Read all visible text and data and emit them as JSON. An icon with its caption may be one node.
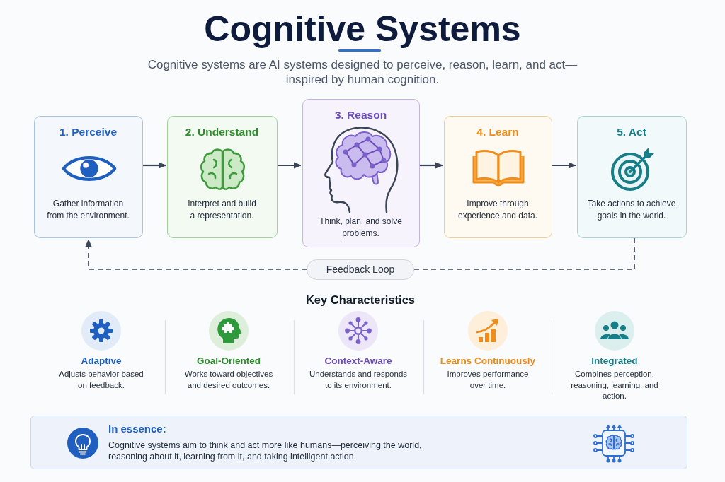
{
  "diagram": {
    "title": "Cognitive Systems",
    "nodes": [
      {
        "text": [
          "1. Perceive",
          "Gather information from the environment."
        ]
      },
      {
        "text": [
          "2. Understand",
          "Interpret and build a representation."
        ]
      },
      {
        "text": [
          "3. Reason",
          "Think, plan, and solve problems."
        ]
      },
      {
        "text": [
          "4. Learn",
          "Improve through experience and data."
        ]
      },
      {
        "text": [
          "5. Act",
          "Take actions to achieve goals in the world."
        ]
      },
      {
        "text": [
          "Feedback Loop"
        ]
      },
      {
        "text": [
          "In essence:",
          "Cognitive systems aim to think and act more like humans—perceiving the world, reasoning about it, learning from it, and taking intelligent action."
        ]
      }
    ],
    "edges": [
      {
        "from": 0,
        "to": 1,
        "arrow": "to"
      },
      {
        "from": 1,
        "to": 2,
        "arrow": "to"
      },
      {
        "from": 2,
        "to": 3,
        "arrow": "to"
      },
      {
        "from": 3,
        "to": 4,
        "arrow": "to"
      },
      {
        "from": 4,
        "to": 5,
        "arrow": "none",
        "style": "dashed"
      },
      {
        "from": 5,
        "to": 0,
        "arrow": "to",
        "style": "dashed"
      }
    ],
    "labels": [
      "Cognitive systems are AI systems designed to perceive, reason, learn, and act—inspired by human cognition.",
      "Key Characteristics",
      "Adaptive",
      "Adjusts behavior based on feedback.",
      "Goal-Oriented",
      "Works toward objectives and desired outcomes.",
      "Context-Aware",
      "Understands and responds to its environment.",
      "Learns Continuously",
      "Improves performance over time.",
      "Integrated",
      "Combines perception, reasoning, learning, and action."
    ]
  }
}
